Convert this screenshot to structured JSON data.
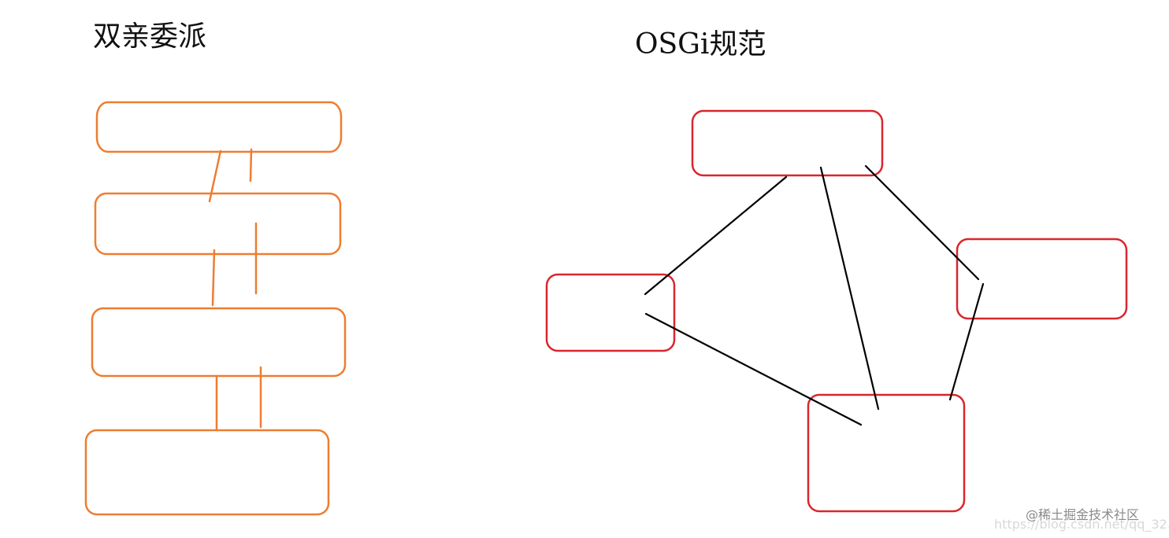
{
  "left_diagram": {
    "title": "双亲委派",
    "stroke_color": "#ED7D31"
  },
  "right_diagram": {
    "title": "OSGi规范",
    "box_color": "#D9262E",
    "line_color": "#000000"
  },
  "watermark": {
    "url_text": "https://blog.csdn.net/qq_32...",
    "site_text": "@稀土掘金技术社区"
  }
}
